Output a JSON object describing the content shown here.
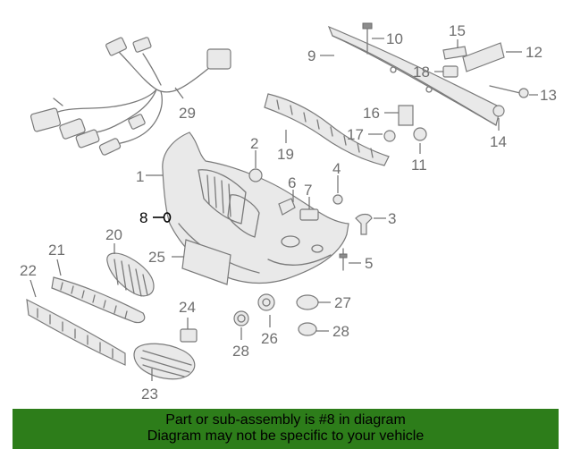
{
  "diagram": {
    "highlighted_callout": "8",
    "highlight_color": "#000000",
    "callout_color": "#6f6f6f",
    "callouts": [
      "1",
      "2",
      "3",
      "4",
      "5",
      "6",
      "7",
      "8",
      "9",
      "10",
      "11",
      "12",
      "13",
      "14",
      "15",
      "16",
      "17",
      "18",
      "19",
      "20",
      "21",
      "22",
      "23",
      "24",
      "25",
      "26",
      "27",
      "28",
      "28",
      "29"
    ]
  },
  "banner": {
    "line1": "Part or sub-assembly is #8 in diagram",
    "line2": "Diagram may not be specific to your vehicle",
    "background": "#2d7d1a"
  }
}
